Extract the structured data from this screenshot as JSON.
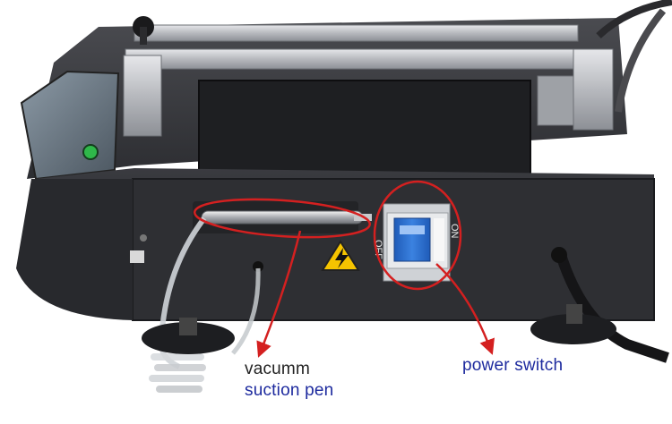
{
  "annotations": {
    "pen_label_line1": "vacumm",
    "pen_label_line2": "suction pen",
    "switch_label": "power switch"
  },
  "machine": {
    "panel_marks": {
      "off": "OFF",
      "on": "ON"
    }
  },
  "colors": {
    "annotation_red": "#d42020",
    "label_text": "#222222",
    "label_blue": "#1d2a9e",
    "machine_body": "#2b2c30",
    "breaker_blue": "#2d6fd0",
    "warning_yellow": "#f5c400",
    "indicator_green": "#2fb84a"
  }
}
